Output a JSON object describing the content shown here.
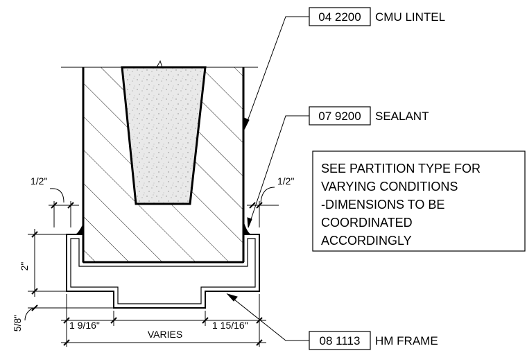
{
  "callouts": {
    "lintel": {
      "code": "04 2200",
      "label": "CMU LINTEL"
    },
    "sealant": {
      "code": "07 9200",
      "label": "SEALANT"
    },
    "frame": {
      "code": "08 1113",
      "label": "HM FRAME"
    }
  },
  "note": {
    "lines": [
      "SEE PARTITION TYPE FOR",
      "VARYING CONDITIONS",
      "-DIMENSIONS TO BE",
      "COORDINATED",
      "ACCORDINGLY"
    ]
  },
  "dimensions": {
    "half_left": "1/2\"",
    "half_right": "1/2\"",
    "frame_height": "2\"",
    "frame_offset": "5/8\"",
    "left_face": "1 9/16\"",
    "right_face": "1 15/16\"",
    "width": "VARIES"
  }
}
